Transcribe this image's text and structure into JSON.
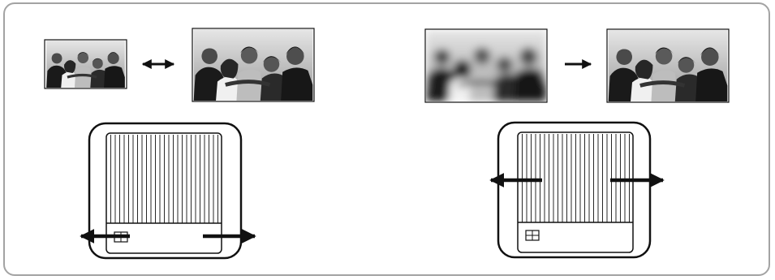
{
  "panels": [
    {
      "id": "zoom",
      "photos": [
        "small-sharp",
        "large-sharp"
      ],
      "arrow": "double-arrow",
      "ring_arrows": "bottom-outward"
    },
    {
      "id": "focus",
      "photos": [
        "blurred",
        "sharp"
      ],
      "arrow": "right-arrow",
      "ring_arrows": "middle-outward"
    }
  ],
  "colors": {
    "border": "#a3a3a3",
    "ink": "#111111",
    "photo_bg": "#d2d2d2"
  }
}
